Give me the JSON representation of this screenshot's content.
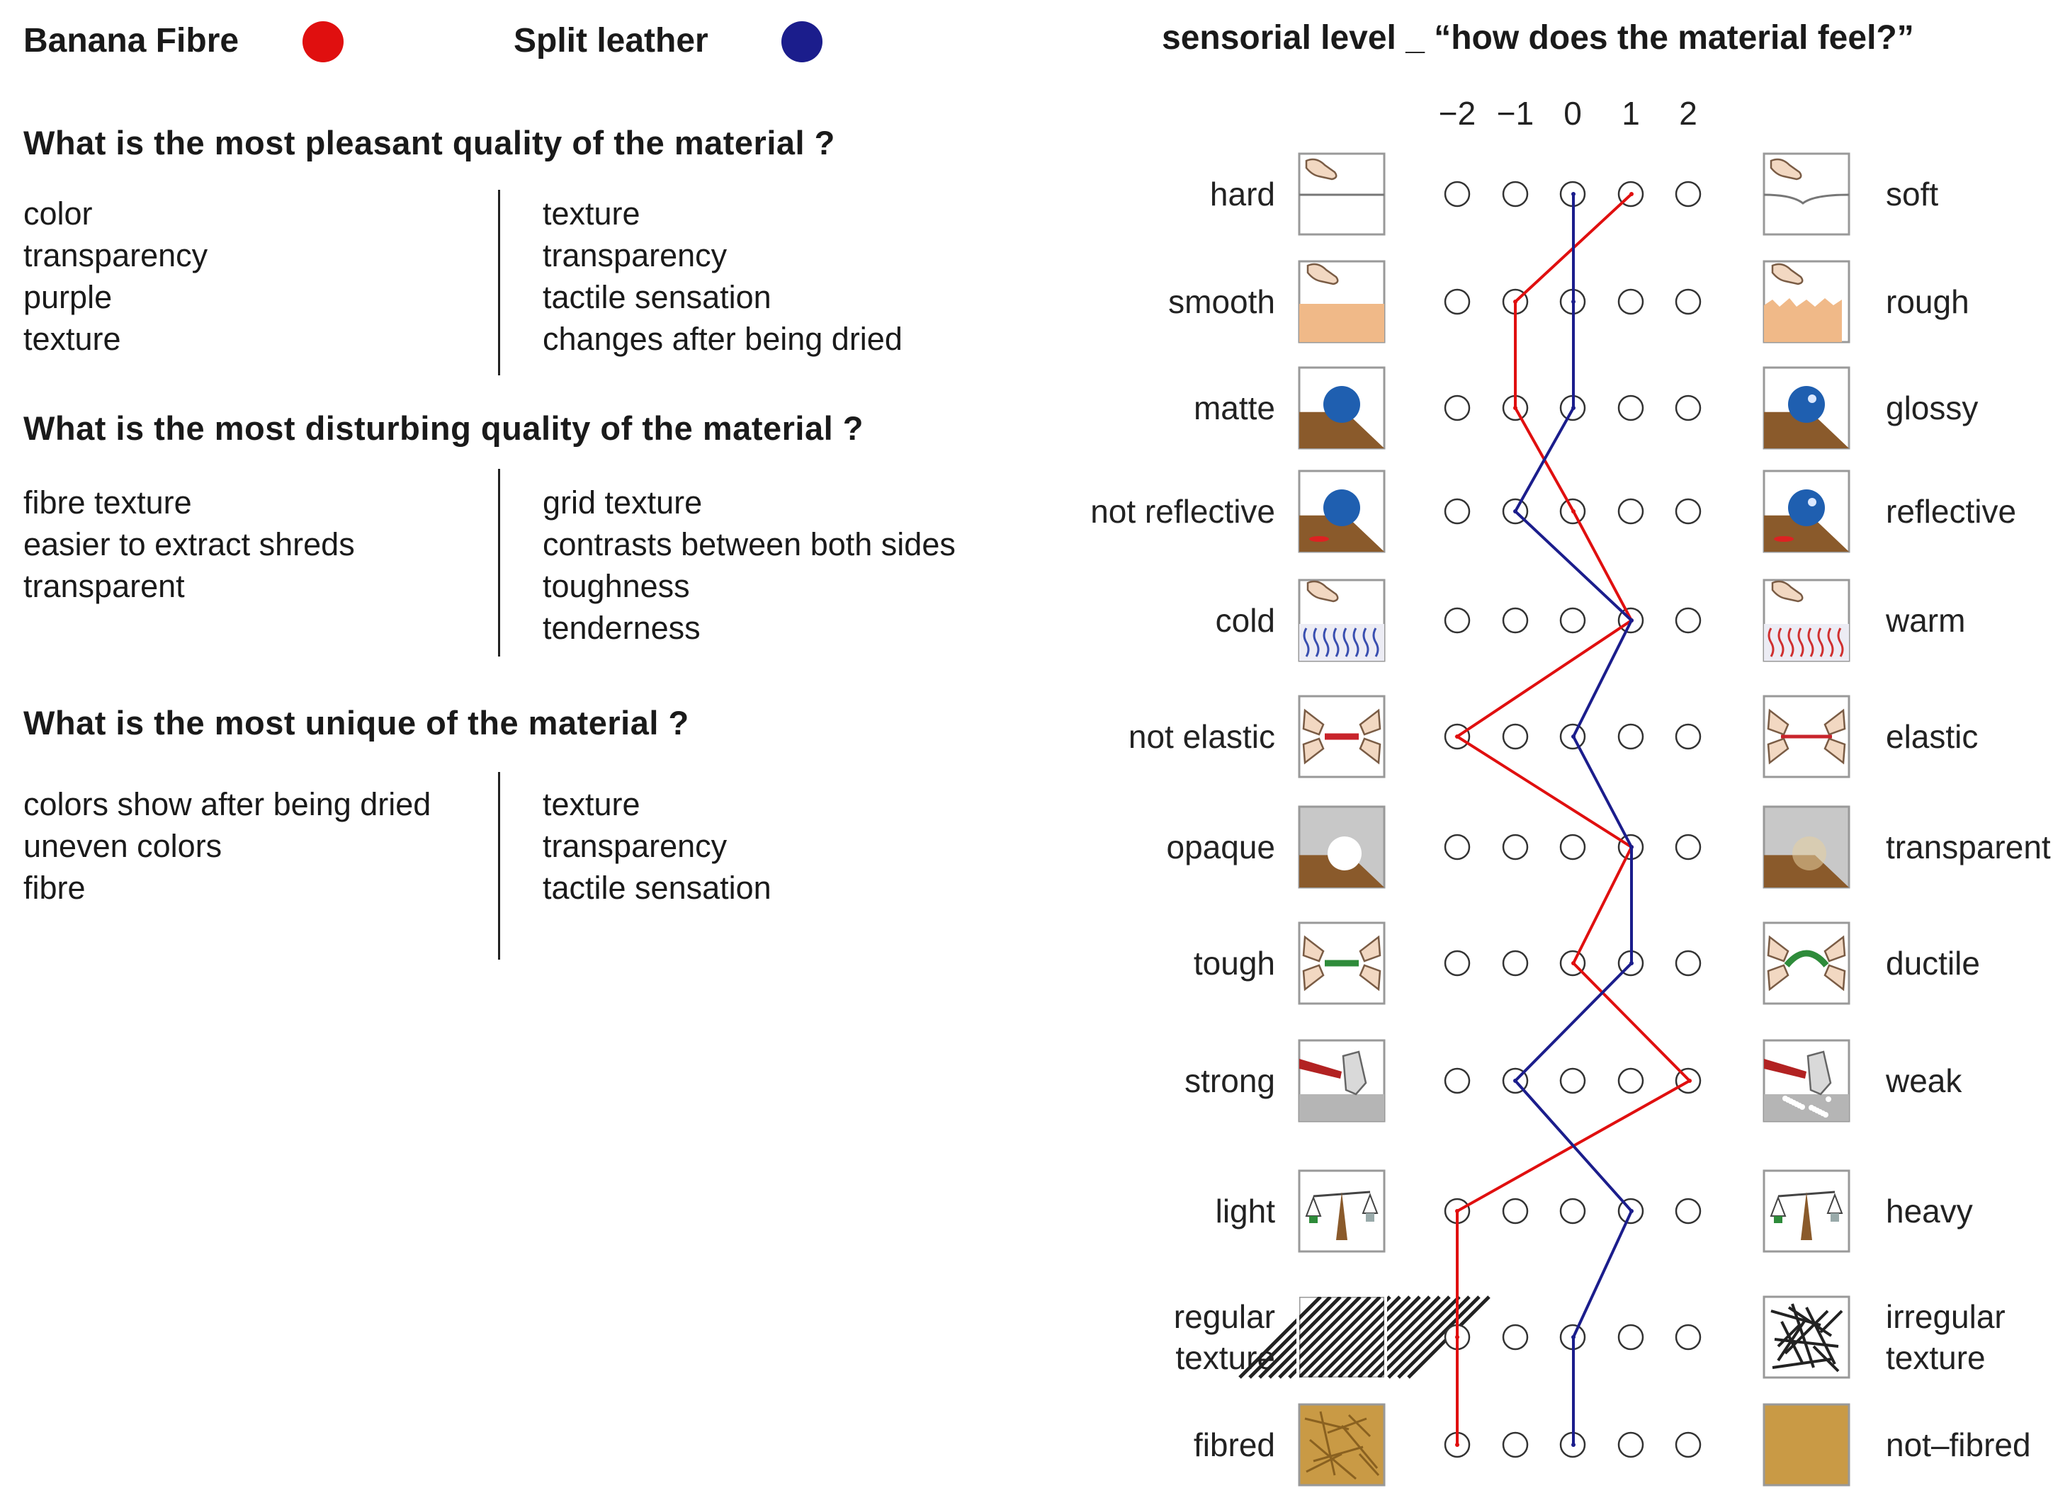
{
  "legend": {
    "banana": {
      "label": "Banana Fibre",
      "color": "#e00f0f"
    },
    "leather": {
      "label": "Split leather",
      "color": "#1b1d8c"
    }
  },
  "questions": [
    {
      "title": "What is the most pleasant quality of the material ?",
      "banana": [
        "color",
        "transparency",
        "purple",
        "texture"
      ],
      "leather": [
        "texture",
        "transparency",
        "tactile sensation",
        "changes after being dried"
      ]
    },
    {
      "title": "What is the most disturbing quality of the material ?",
      "banana": [
        "fibre texture",
        "easier to extract shreds",
        "transparent"
      ],
      "leather": [
        "grid texture",
        "contrasts between both sides",
        "toughness",
        "tenderness"
      ]
    },
    {
      "title": "What is the most unique of the material ?",
      "banana": [
        "colors show after being dried",
        "uneven colors",
        "fibre"
      ],
      "leather": [
        "texture",
        "transparency",
        "tactile sensation"
      ]
    }
  ],
  "chart_data": {
    "type": "line",
    "title": "sensorial level _ “how does the material feel?”",
    "scale": [
      "−2",
      "−1",
      "0",
      "1",
      "2"
    ],
    "xlim": [
      -2,
      2
    ],
    "rows": [
      {
        "left": [
          "hard"
        ],
        "right": [
          "soft"
        ],
        "left_icon": "hand-press-hard-icon",
        "right_icon": "hand-press-soft-icon"
      },
      {
        "left": [
          "smooth"
        ],
        "right": [
          "rough"
        ],
        "left_icon": "smooth-surface-icon",
        "right_icon": "rough-surface-icon"
      },
      {
        "left": [
          "matte"
        ],
        "right": [
          "glossy"
        ],
        "left_icon": "matte-ball-icon",
        "right_icon": "glossy-ball-icon"
      },
      {
        "left": [
          "not reflective"
        ],
        "right": [
          "reflective"
        ],
        "left_icon": "no-reflection-icon",
        "right_icon": "reflection-icon"
      },
      {
        "left": [
          "cold"
        ],
        "right": [
          "warm"
        ],
        "left_icon": "cold-touch-icon",
        "right_icon": "warm-touch-icon"
      },
      {
        "left": [
          "not elastic"
        ],
        "right": [
          "elastic"
        ],
        "left_icon": "stretch-short-icon",
        "right_icon": "stretch-long-icon"
      },
      {
        "left": [
          "opaque"
        ],
        "right": [
          "transparent"
        ],
        "left_icon": "opaque-icon",
        "right_icon": "transparent-icon"
      },
      {
        "left": [
          "tough"
        ],
        "right": [
          "ductile"
        ],
        "left_icon": "bend-straight-icon",
        "right_icon": "bend-curved-icon"
      },
      {
        "left": [
          "strong"
        ],
        "right": [
          "weak"
        ],
        "left_icon": "hammer-strong-icon",
        "right_icon": "hammer-weak-icon"
      },
      {
        "left": [
          "light"
        ],
        "right": [
          "heavy"
        ],
        "left_icon": "scale-light-icon",
        "right_icon": "scale-heavy-icon"
      },
      {
        "left": [
          "regular",
          "texture"
        ],
        "right": [
          "irregular",
          "texture"
        ],
        "left_icon": "regular-hatch-icon",
        "right_icon": "irregular-hatch-icon"
      },
      {
        "left": [
          "fibred"
        ],
        "right": [
          "not–fibred"
        ],
        "left_icon": "fibred-swatch-icon",
        "right_icon": "plain-swatch-icon"
      }
    ],
    "series": [
      {
        "name": "Banana Fibre",
        "color": "#e00f0f",
        "values": [
          1,
          -1,
          -1,
          0,
          1,
          -2,
          1,
          0,
          2,
          -2,
          -2,
          -2
        ]
      },
      {
        "name": "Split leather",
        "color": "#1b1d8c",
        "values": [
          0,
          0,
          0,
          -1,
          1,
          0,
          1,
          1,
          -1,
          1,
          0,
          0
        ]
      }
    ]
  }
}
